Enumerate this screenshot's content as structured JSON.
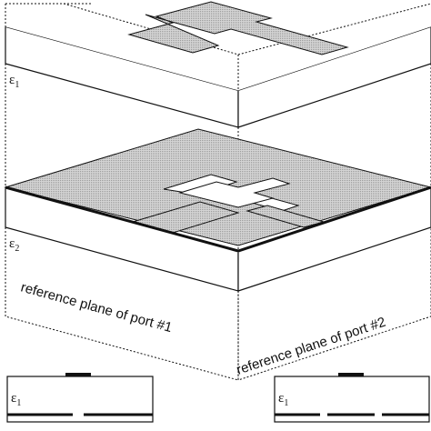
{
  "layers": {
    "top_substrate_label": "ε",
    "top_substrate_sub": "1",
    "bottom_substrate_label": "ε",
    "bottom_substrate_sub": "2"
  },
  "reference_planes": {
    "port1": "reference plane of port #1",
    "port2": "reference plane of port #2"
  },
  "cross_sections": {
    "left_label": "ε",
    "left_sub": "1",
    "right_label": "ε",
    "right_sub": "1"
  },
  "colors": {
    "line": "#111111",
    "metal_fill": "#cfcfcf",
    "background": "#ffffff"
  }
}
